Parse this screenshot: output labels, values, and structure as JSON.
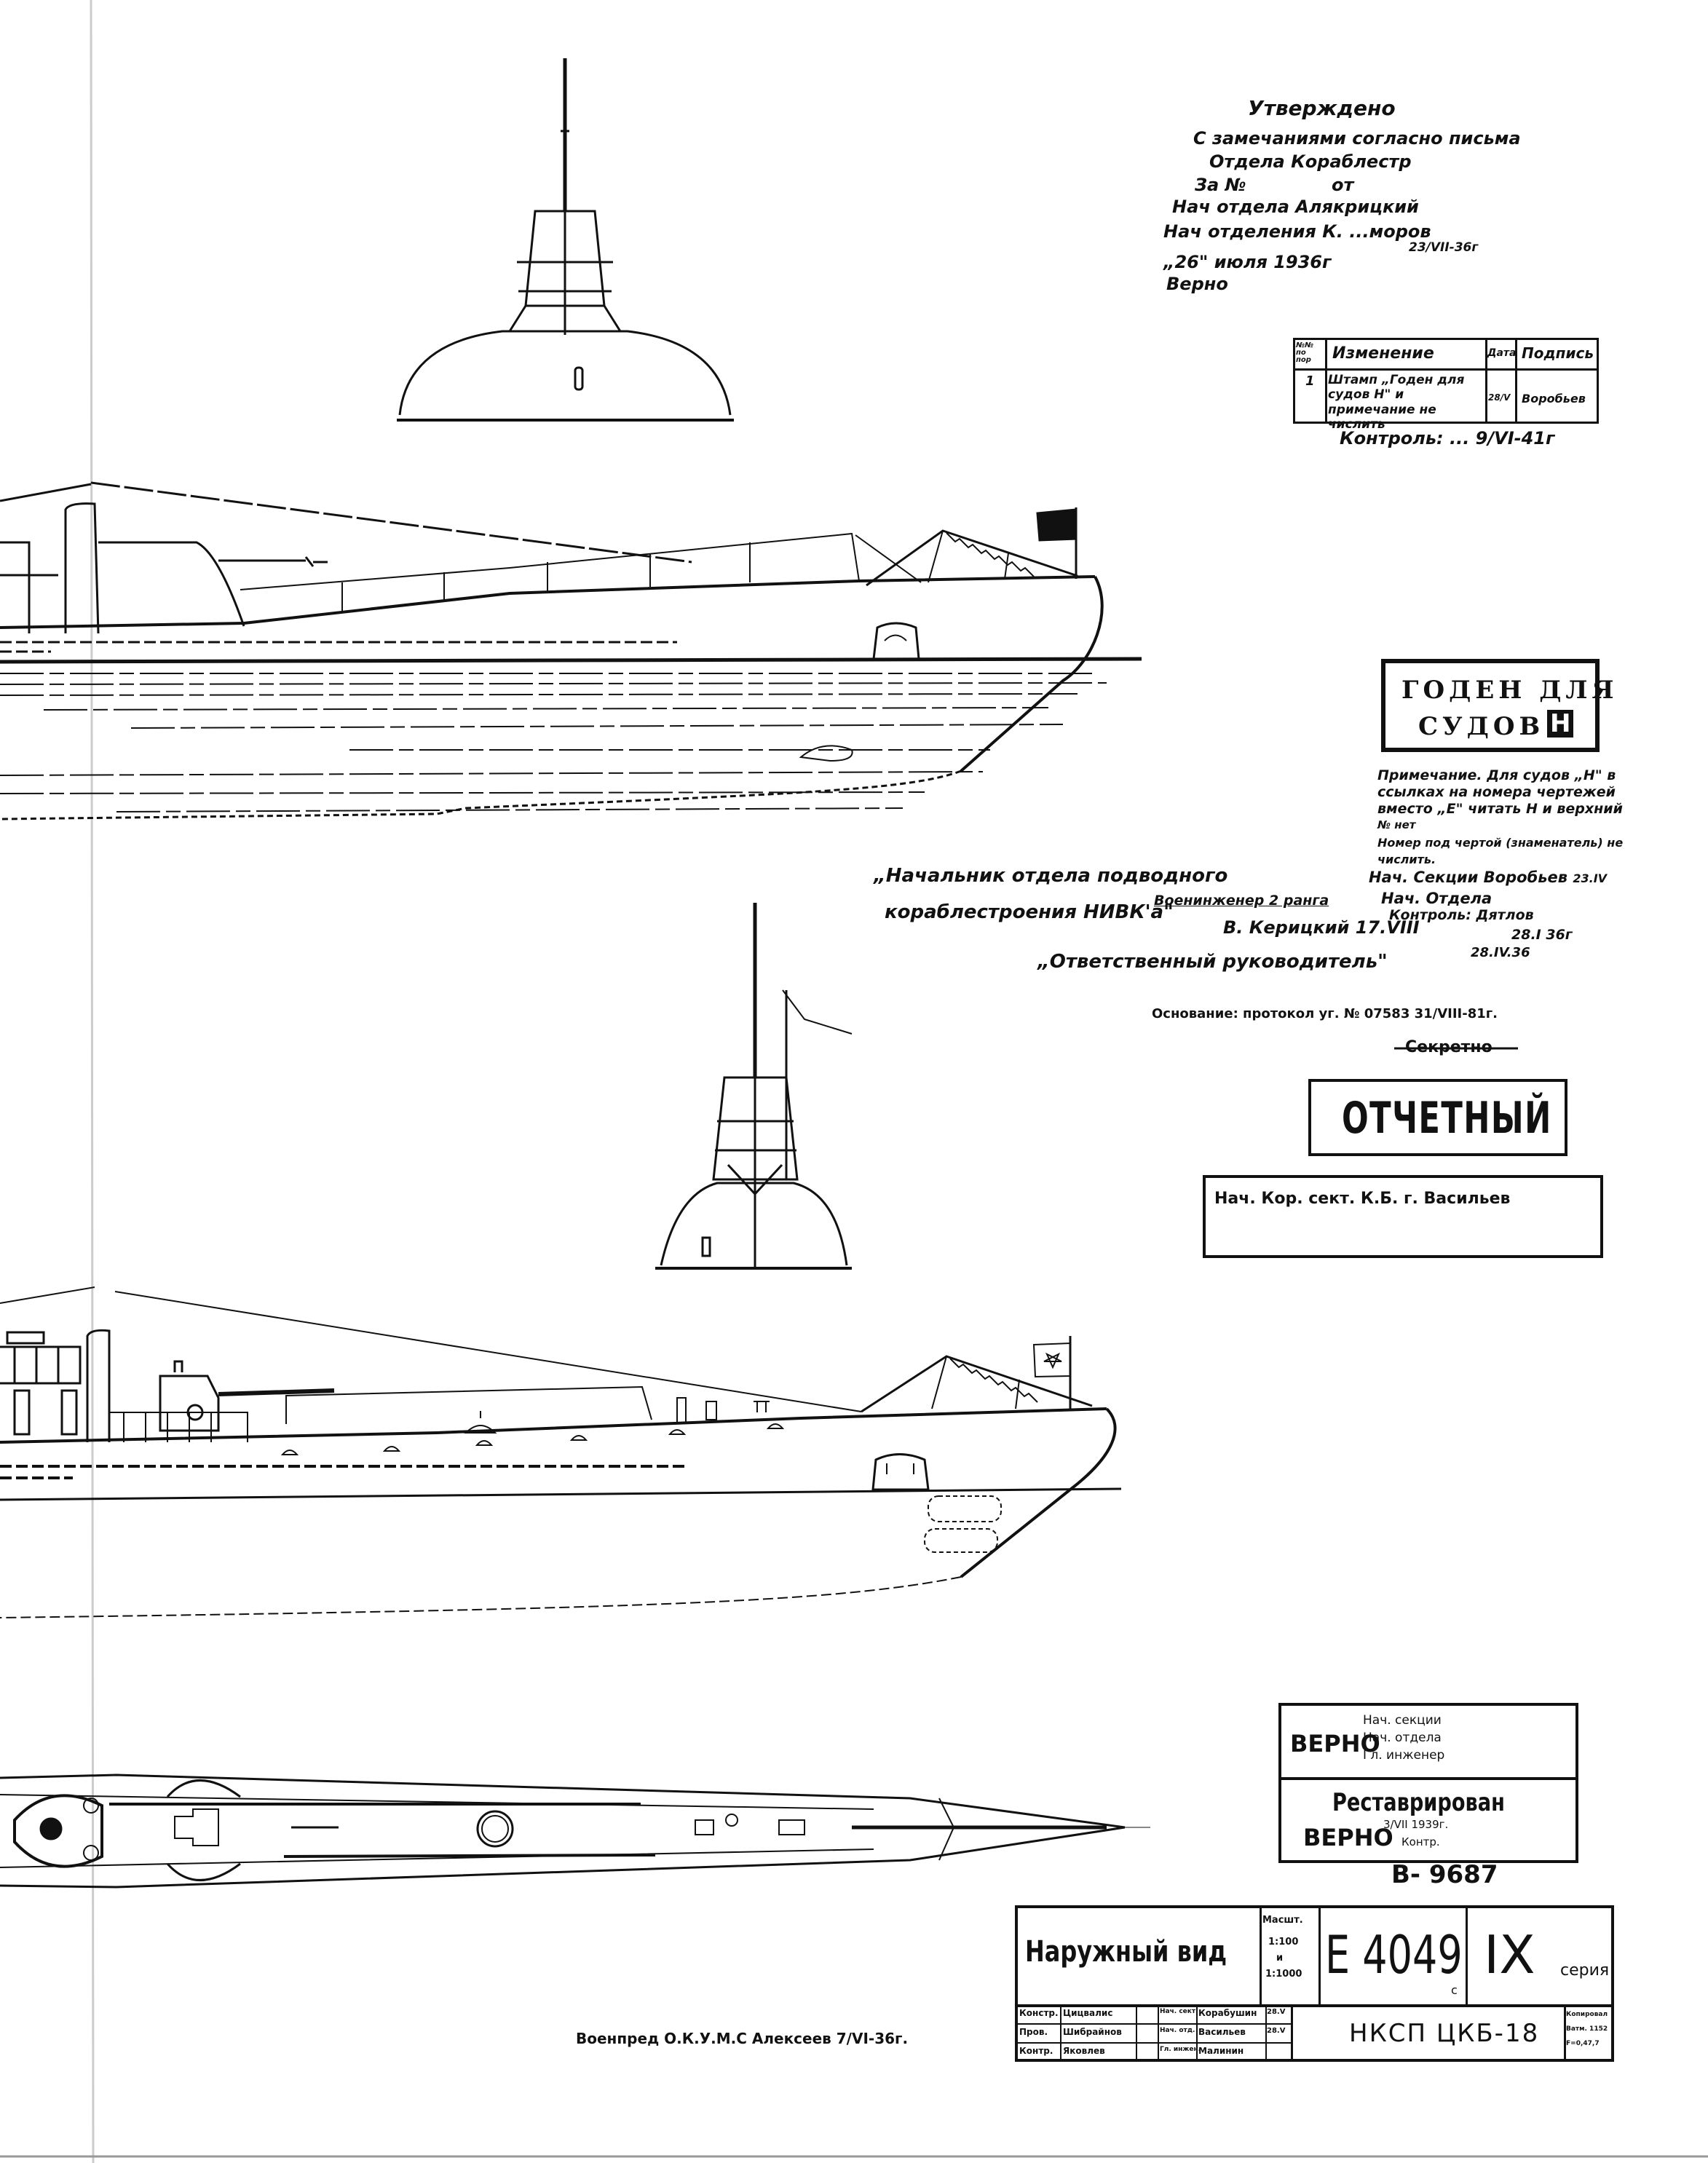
{
  "approval": {
    "title": "Утверждено",
    "lines": [
      "С замечаниями согласно письма",
      "Отдела Кораблестр",
      "За №",
      "от",
      "Нач отдела Алякрицкий",
      "Нач отделения К. ...моров",
      "23/VII-36г",
      "„26\" июля 1936г",
      "Верно"
    ]
  },
  "changes_table": {
    "headers": [
      "№№ по пор",
      "Изменение",
      "Дата",
      "Подпись"
    ],
    "rows": [
      {
        "num": "1",
        "change": "Штамп „Годен для судов Н\" и примечание не числить",
        "date": "28/V",
        "signature": "Воробьев"
      }
    ],
    "control": "Контроль: ... 9/VI-41г"
  },
  "stamp_fit": {
    "line1": "ГОДЕН ДЛЯ",
    "line2": "СУДОВ",
    "mark": "Н"
  },
  "note": {
    "lines": [
      "Примечание. Для судов „Н\" в",
      "ссылках на номера чертежей",
      "вместо „Е\" читать Н и верхний",
      "№ нет",
      "Номер под чертой (знаменатель) не",
      "числить."
    ],
    "signoffs": [
      {
        "role": "Нач. Секции",
        "name": "Воробьев",
        "date": "23.IV"
      },
      {
        "role": "Нач. Отдела",
        "name": "",
        "date": ""
      },
      {
        "role": "Контроль",
        "name": "Дятлов",
        "date": "28.I 36г"
      }
    ]
  },
  "chief_block": {
    "line1": "„Начальник отдела подводного",
    "line2": "кораблестроения НИВК'а\"",
    "rank": "Военинженер 2 ранга",
    "name": "В. Керицкий 17.VIII",
    "line3": "„Ответственный руководитель\"",
    "date": "28.IV.36"
  },
  "basis": "Основание: протокол уг. № 07583   31/VIII-81г.",
  "secret_struck": "Секретно",
  "report_stamp": "ОТЧЕТНЫЙ",
  "sector_box": "Нач. Кор. сект. К.Б. г. Васильев",
  "verified_box": {
    "big": "ВЕРНО",
    "roles": [
      "Нач. секции",
      "Нач. отдела",
      "Гл. инженер"
    ],
    "restored": "Реставрирован",
    "verified2": "ВЕРНО",
    "date": "3/VII 1939г.",
    "control": "Контр."
  },
  "archive_number": "В- 9687",
  "title_block": {
    "name": "Наружный вид",
    "scale_label": "Масшт.",
    "scale_values": [
      "1:100",
      "и",
      "1:1000"
    ],
    "drawing_number": "Е 4049",
    "drawing_suffix": "с",
    "series_number": "IX",
    "series_label": "серия",
    "organization": "НКСП ЦКБ-18",
    "signatures": [
      [
        "Констр.",
        "Цицвалис",
        "Нач. сект.",
        "Корабушин"
      ],
      [
        "Пров.",
        "Шибрайнов",
        "Нач. отд.",
        "Васильев"
      ],
      [
        "Контр.",
        "Яковлев",
        "Гл. инжен.",
        "Малинин"
      ]
    ],
    "sig_dates": [
      "28.V",
      "28.V"
    ],
    "format_cell": [
      "Копировал",
      "Ватм. 1152",
      "F=0,47,7"
    ]
  },
  "military_rep": "Военпред О.К.У.М.С     Алексеев  7/VI-36г."
}
